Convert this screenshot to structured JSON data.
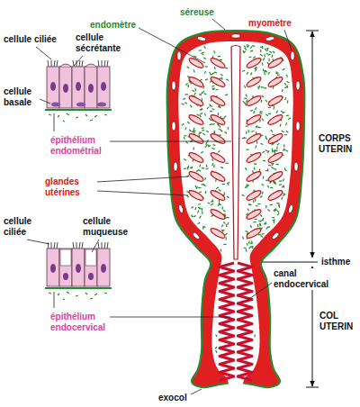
{
  "diagram": {
    "labels": [
      "séreuse",
      "endomètre",
      "myomètre",
      "cellule ciliée",
      "cellule sécrétante",
      "cellule basale",
      "épithélium endométrial",
      "glandes utérines",
      "CORPS UTERIN",
      "isthme",
      "canal endocervical",
      "COL UTERIN",
      "cellule ciliée",
      "cellule muqueuse",
      "épithélium endocervical",
      "exocol"
    ]
  }
}
